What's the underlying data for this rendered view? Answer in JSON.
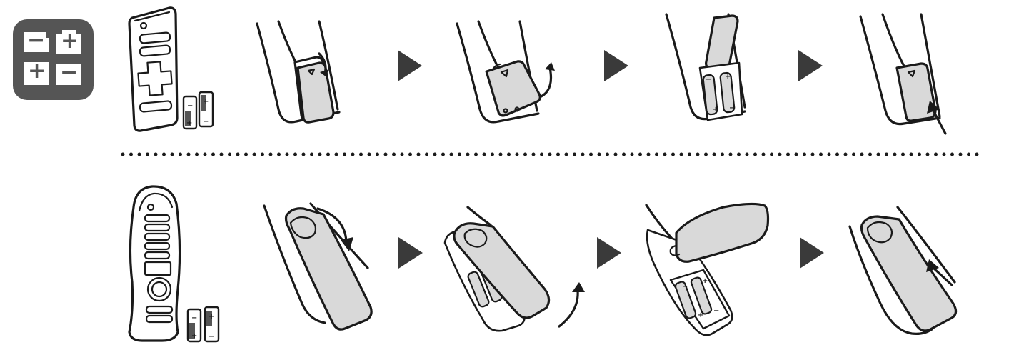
{
  "battery_icon": {
    "symbols": [
      "−",
      "+",
      "+",
      "−"
    ],
    "bg_color": "#555555",
    "cell_color": "#ffffff"
  },
  "rows": [
    {
      "remote": "standard-remote",
      "steps": 4
    },
    {
      "remote": "magic-remote",
      "steps": 4
    }
  ],
  "step_arrow_color": "#3a3a3a",
  "battery_polarity": {
    "plus": "+",
    "minus": "−"
  },
  "cover_mark": "▽"
}
